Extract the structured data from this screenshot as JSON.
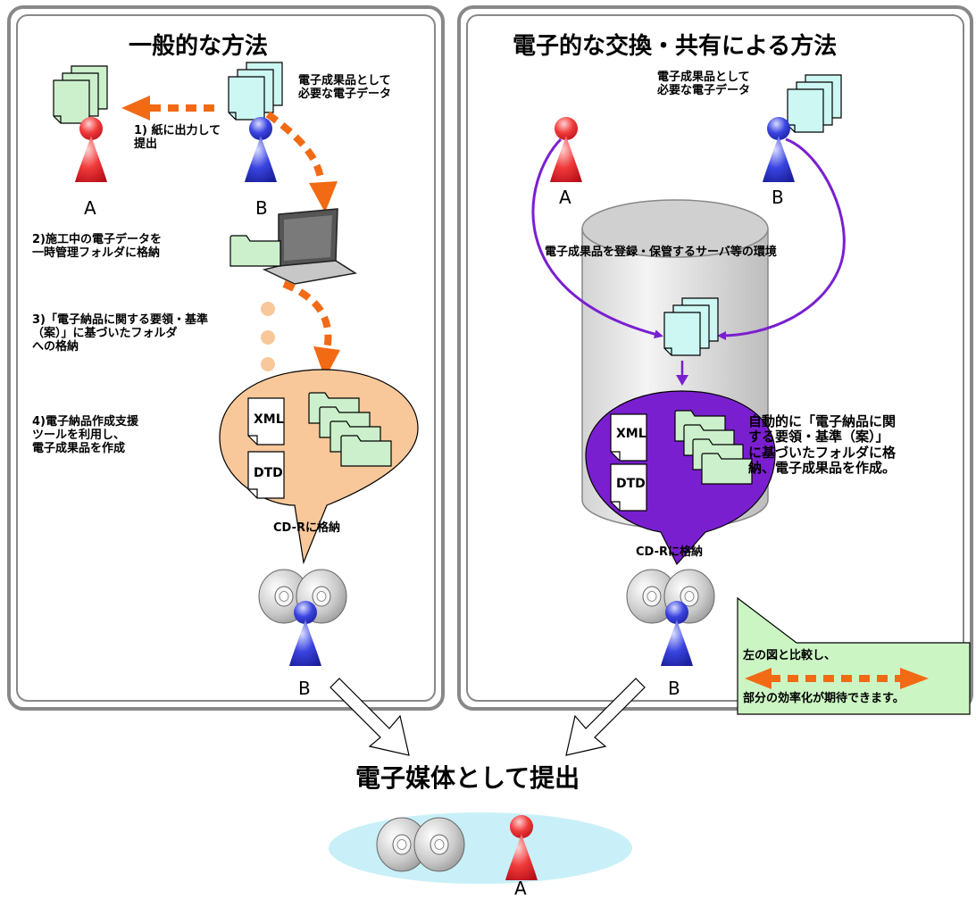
{
  "left_panel": {
    "title": "一般的な方法",
    "data_note": "電子成果品として\n必要な電子データ",
    "step1": "1) 紙に出力して\n提出",
    "step2": "2)施工中の電子データを\n一時管理フォルダに格納",
    "step3": "3)「電子納品に関する要領・基準\n（案）」に基づいたフォルダ\nへの格納",
    "step4": "4)電子納品作成支援\nツールを利用し、\n電子成果品を作成",
    "person_a": "A",
    "person_b_top": "B",
    "person_b_bottom": "B",
    "xml": "XML",
    "dtd": "DTD",
    "cdr": "CD-Rに格納"
  },
  "right_panel": {
    "title": "電子的な交換・共有による方法",
    "data_note": "電子成果品として\n必要な電子データ",
    "person_a": "A",
    "person_b_top": "B",
    "person_b_bottom": "B",
    "server": "電子成果品を登録・保管するサーバ等の環境",
    "auto_note": "自動的に「電子納品に関\nする要領・基準（案）」\nに基づいたフォルダに格\n納、電子成果品を作成。",
    "xml": "XML",
    "dtd": "DTD",
    "cdr": "CD-Rに格納",
    "compare_line1": "左の図と比較し、",
    "compare_line2": "部分の効率化が期待できます。"
  },
  "bottom": {
    "title": "電子媒体として提出",
    "person_a": "A"
  },
  "colors": {
    "person_red": "#e0202a",
    "person_blue": "#2f35d0",
    "orange_arrow": "#f26a14",
    "purple": "#7a1fd0",
    "doc_green": "#ccf0cc",
    "doc_cyan": "#ccf7f3",
    "bubble_peach": "#f8c89a",
    "note_green": "#ccf5c4",
    "ellipse_cyan": "#c9f0f8"
  }
}
